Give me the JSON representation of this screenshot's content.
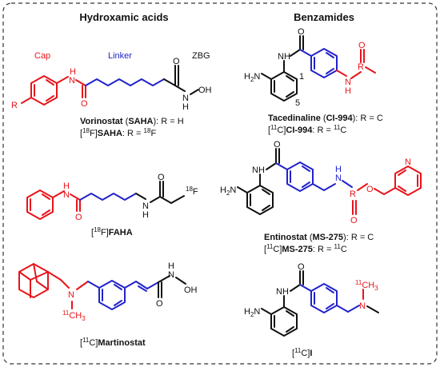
{
  "headings": {
    "left": "Hydroxamic acids",
    "right": "Benzamides"
  },
  "labels": {
    "cap": "Cap",
    "linker": "Linker",
    "zbg": "ZBG",
    "r": "R",
    "h": "H",
    "n": "N",
    "nh": "NH",
    "h2n": "H2N",
    "oh": "OH",
    "o": "O",
    "f18": "18F",
    "ch3_11": "11CH3",
    "num1": "1",
    "num5": "5"
  },
  "captions": {
    "vorinostat_name": "Vorinostat",
    "vorinostat_code": "SAHA",
    "vorinostat_r": "R = H",
    "f18saha": "SAHA",
    "f18saha_r": "R = ",
    "fahaname": "FAHA",
    "tacedinaline_name": "Tacedinaline",
    "tacedinaline_code": "CI-994",
    "tacedinaline_r": "R = C",
    "c11ci994": "CI-994",
    "entinostat_name": "Entinostat",
    "entinostat_code": "MS-275",
    "entinostat_r": "R = C",
    "c11ms275": "MS-275",
    "martinostat": "Martinostat",
    "c11i": "I"
  },
  "colors": {
    "cap": "#e8141b",
    "linker": "#2222cc",
    "zbg": "#111111",
    "frame": "#333333"
  }
}
